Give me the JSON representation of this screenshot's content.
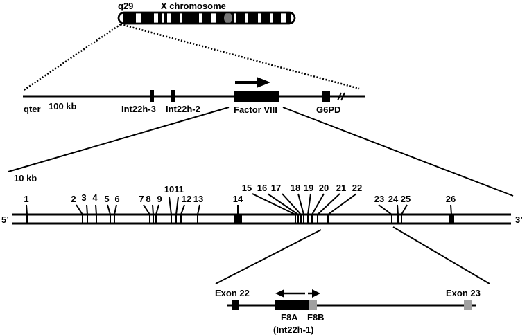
{
  "chromosome": {
    "band_label": "q29",
    "title": "X chromosome"
  },
  "region_100kb": {
    "scale_label": "100 kb",
    "end_label": "qter",
    "markers": [
      {
        "id": "int22h-3",
        "label": "Int22h-3"
      },
      {
        "id": "int22h-2",
        "label": "Int22h-2"
      },
      {
        "id": "factor-viii",
        "label": "Factor VIII"
      },
      {
        "id": "g6pd",
        "label": "G6PD"
      }
    ],
    "break_symbol": "//"
  },
  "gene_10kb": {
    "scale_label": "10 kb",
    "five_prime": "5’",
    "three_prime": "3’",
    "exons": [
      "1",
      "2",
      "3",
      "4",
      "5",
      "6",
      "7",
      "8",
      "9",
      "10",
      "11",
      "12",
      "13",
      "14",
      "15",
      "16",
      "17",
      "18",
      "19",
      "20",
      "21",
      "22",
      "23",
      "24",
      "25",
      "26"
    ]
  },
  "detail": {
    "exon22_label": "Exon 22",
    "exon23_label": "Exon 23",
    "f8a_label": "F8A",
    "f8a_sublabel": "(Int22h-1)",
    "f8b_label": "F8B",
    "colors": {
      "f8a": "#000000",
      "f8b": "#a0a0a0",
      "exon23": "#a0a0a0"
    }
  }
}
